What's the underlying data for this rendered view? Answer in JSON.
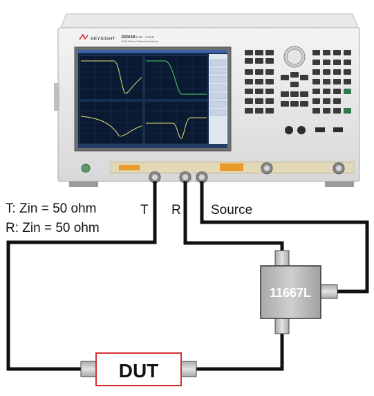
{
  "instrument": {
    "brand": "KEYSIGHT",
    "model": "E5061B",
    "model_desc": "5 Hz - 3 GHz",
    "subtitle": "ENA Series Network Analyzer"
  },
  "ports": {
    "t_label": "T",
    "r_label": "R",
    "source_label": "Source"
  },
  "impedance": {
    "line1": "T: Zin = 50 ohm",
    "line2": "R: Zin = 50 ohm"
  },
  "splitter": {
    "label": "11667L"
  },
  "dut": {
    "label": "DUT"
  },
  "colors": {
    "cable": "#111111",
    "dut_border": "#d32f2f",
    "splitter_fill": "#b7b7b7",
    "connector_fill": "#c9c9c9"
  }
}
